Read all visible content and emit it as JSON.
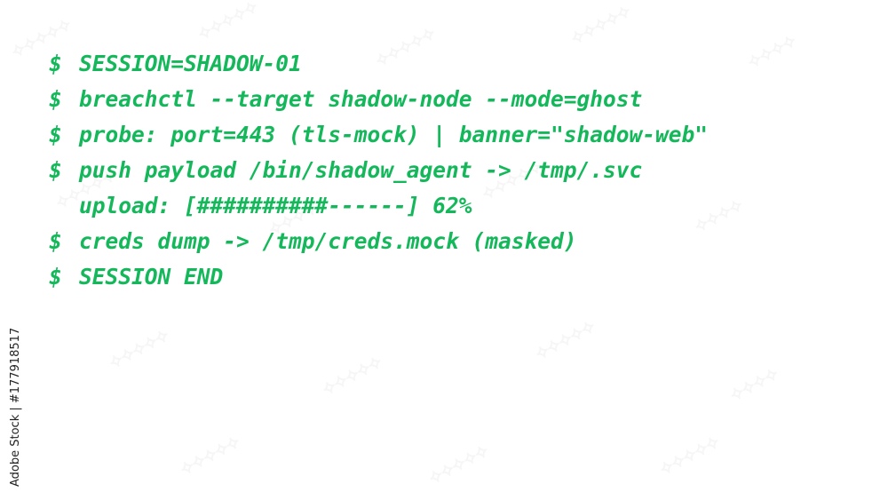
{
  "terminal": {
    "lines": [
      {
        "prompt": "$",
        "text": "SESSION=SHADOW-01"
      },
      {
        "prompt": "$",
        "text": "breachctl --target shadow-node --mode=ghost"
      },
      {
        "prompt": "$",
        "text": "probe: port=443 (tls-mock) | banner=\"shadow-web\""
      },
      {
        "prompt": "$",
        "text": "push payload /bin/shadow_agent -> /tmp/.svc"
      },
      {
        "prompt": "",
        "text": "upload: [##########------] 62%"
      },
      {
        "prompt": "$",
        "text": "creds dump -> /tmp/creds.mock (masked)"
      },
      {
        "prompt": "$",
        "text": "SESSION END"
      }
    ],
    "upload_progress_percent": 62,
    "text_color": "#14b85a"
  },
  "credit": {
    "text": "Adobe Stock | #177918517"
  },
  "colors": {
    "background": "#ffffff",
    "accent": "#14b85a"
  }
}
